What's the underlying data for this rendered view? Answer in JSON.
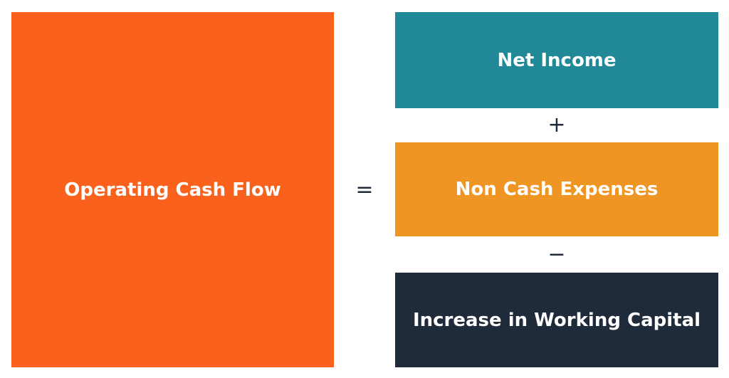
{
  "diagram": {
    "result": {
      "label": "Operating Cash Flow",
      "color": "#f9611d"
    },
    "equals": "=",
    "terms": [
      {
        "label": "Net Income",
        "color": "#218897"
      },
      {
        "label": "Non Cash Expenses",
        "color": "#ee9524"
      },
      {
        "label": "Increase in Working Capital",
        "color": "#1f2a3a"
      }
    ],
    "operators": [
      "+",
      "−"
    ]
  }
}
